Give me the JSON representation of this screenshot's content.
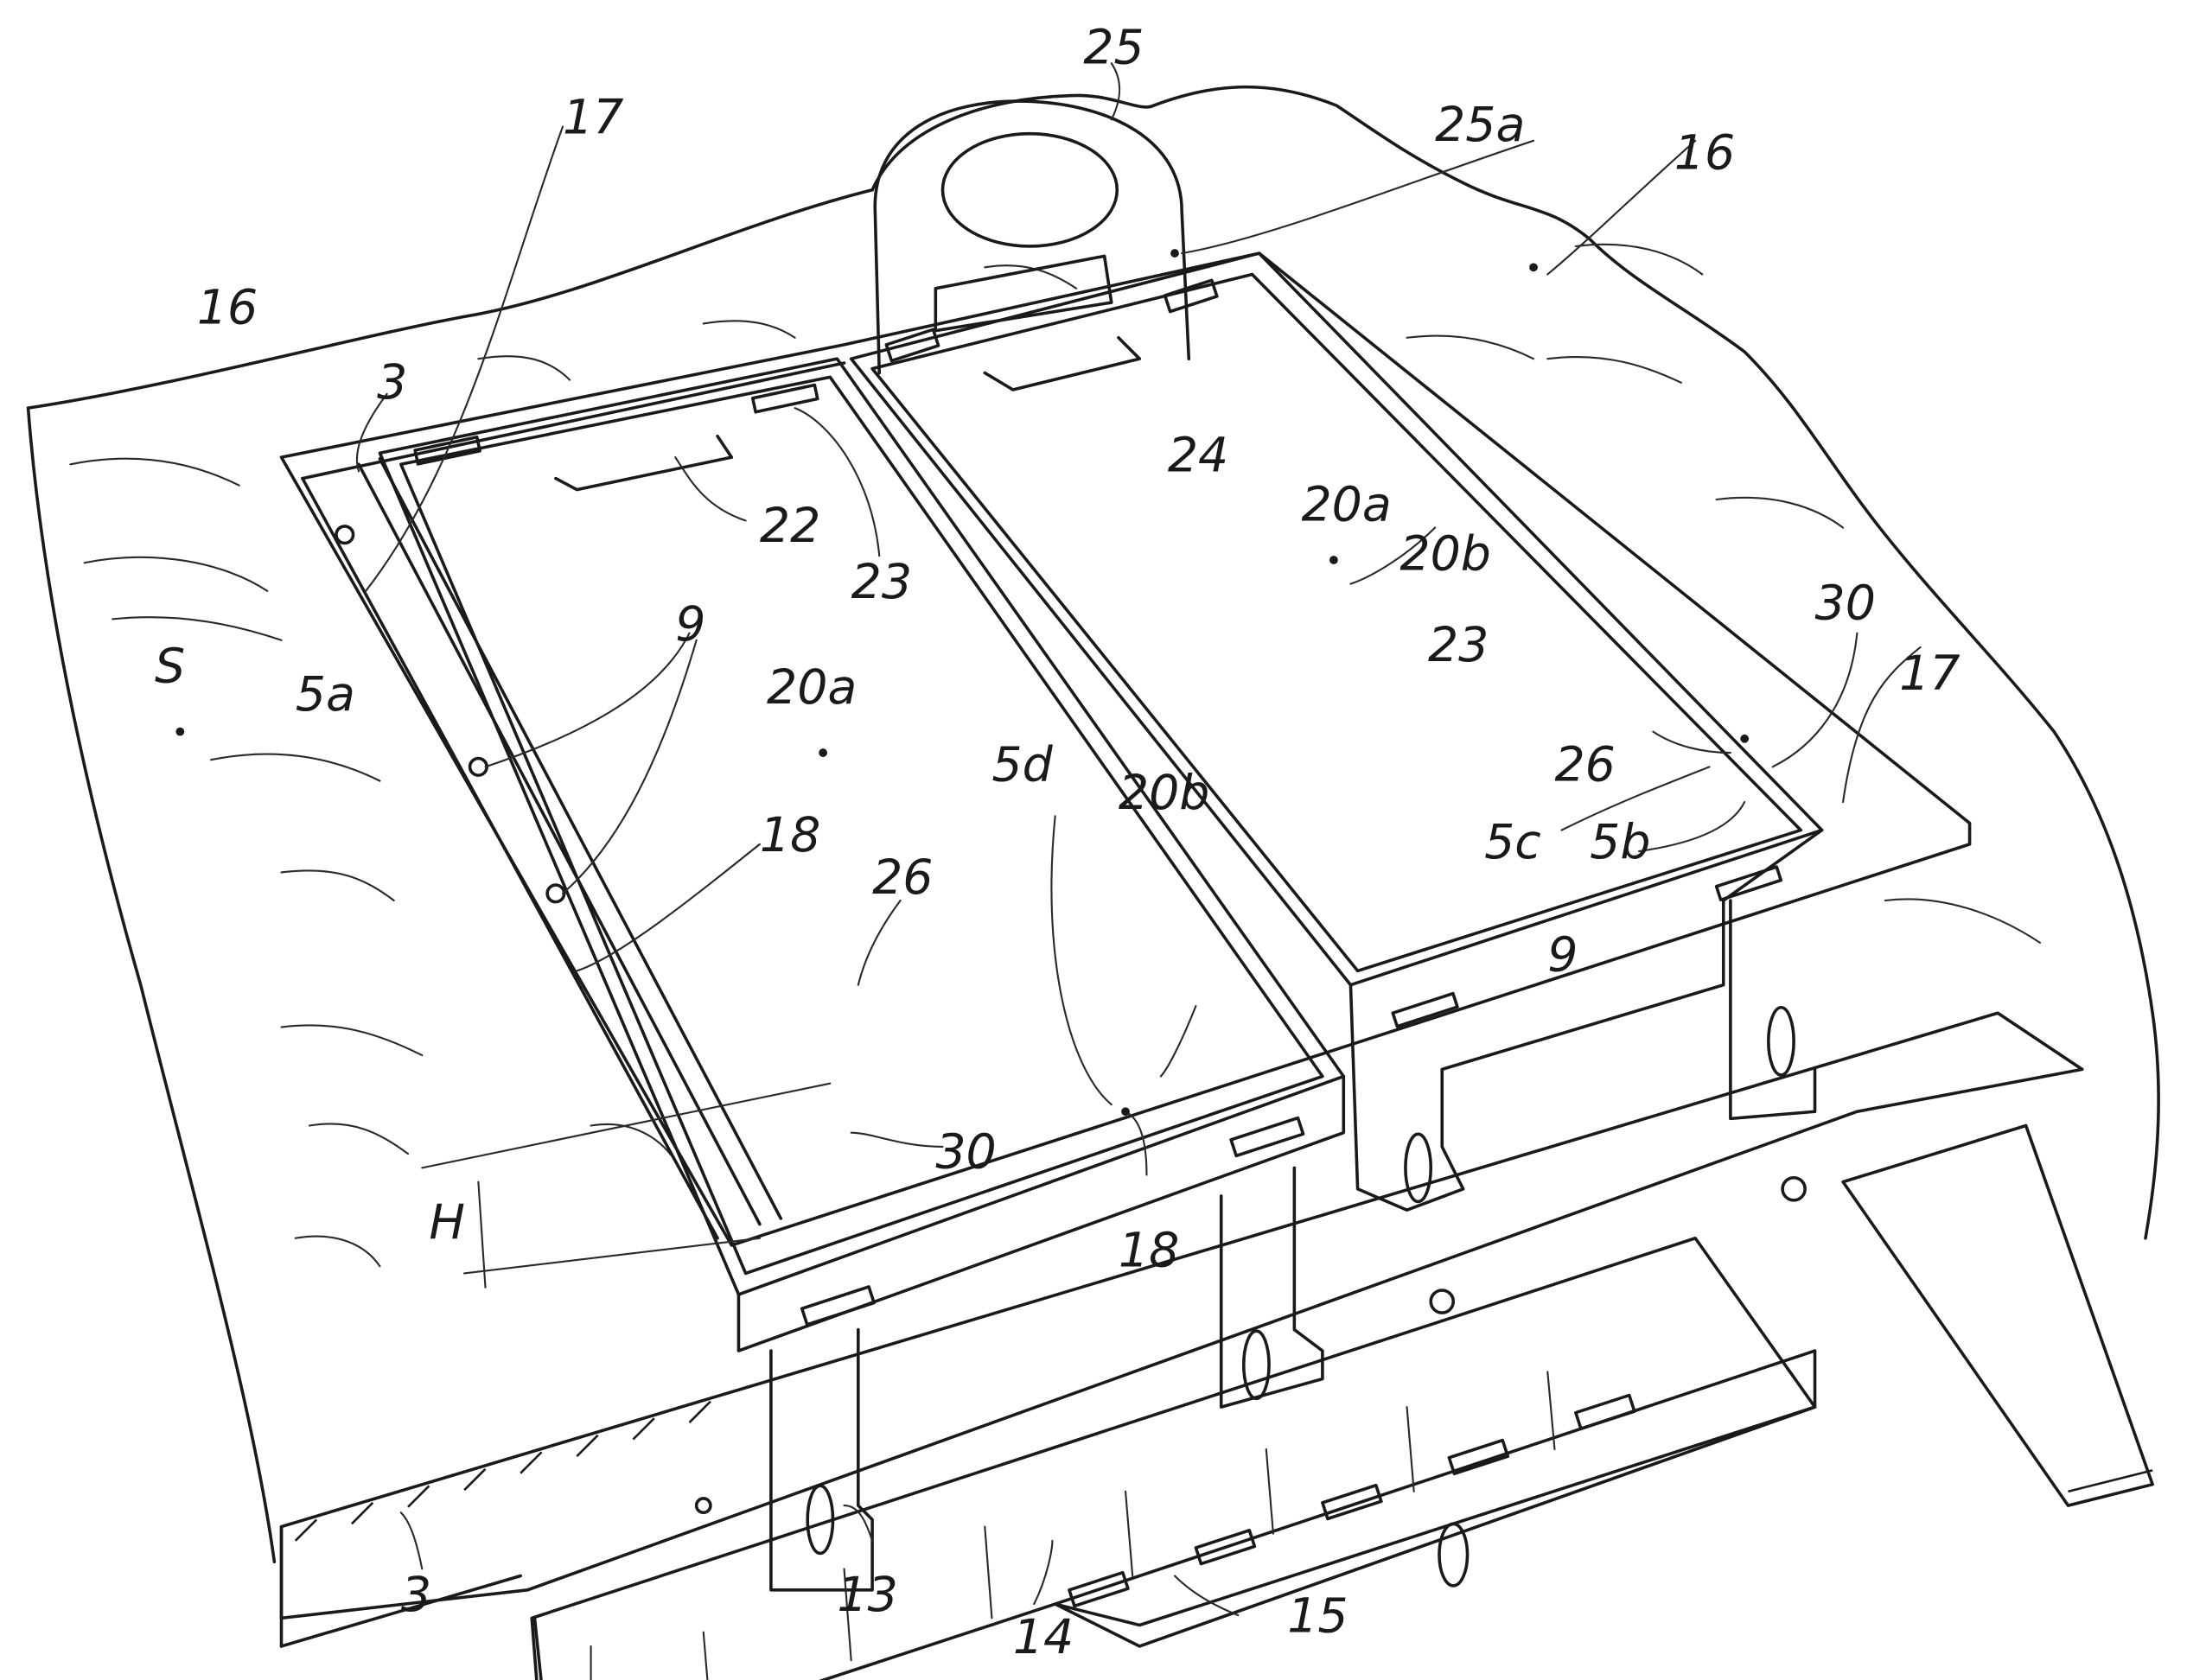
{
  "figure": {
    "labels": {
      "l25": "25",
      "l25a": "25a",
      "l16_right": "16",
      "l16_left": "16",
      "l17_top": "17",
      "l3_top": "3",
      "l22": "22",
      "l23_left": "23",
      "l24": "24",
      "l20a_right": "20a",
      "l20b_right": "20b",
      "l30_right": "30",
      "l17_right": "17",
      "l23_right": "23",
      "lS": "S",
      "l5a": "5a",
      "l9_left": "9",
      "l20a_left": "20a",
      "l5d": "5d",
      "l20b_left": "20b",
      "l26_mid": "26",
      "l26_right": "26",
      "l5c": "5c",
      "l5b": "5b",
      "l18_left": "18",
      "l9_bottom": "9",
      "lH": "H",
      "l30_bottom": "30",
      "l18_bottom": "18",
      "l3_bottom": "3",
      "l13": "13",
      "l14": "14",
      "l15": "15"
    }
  }
}
